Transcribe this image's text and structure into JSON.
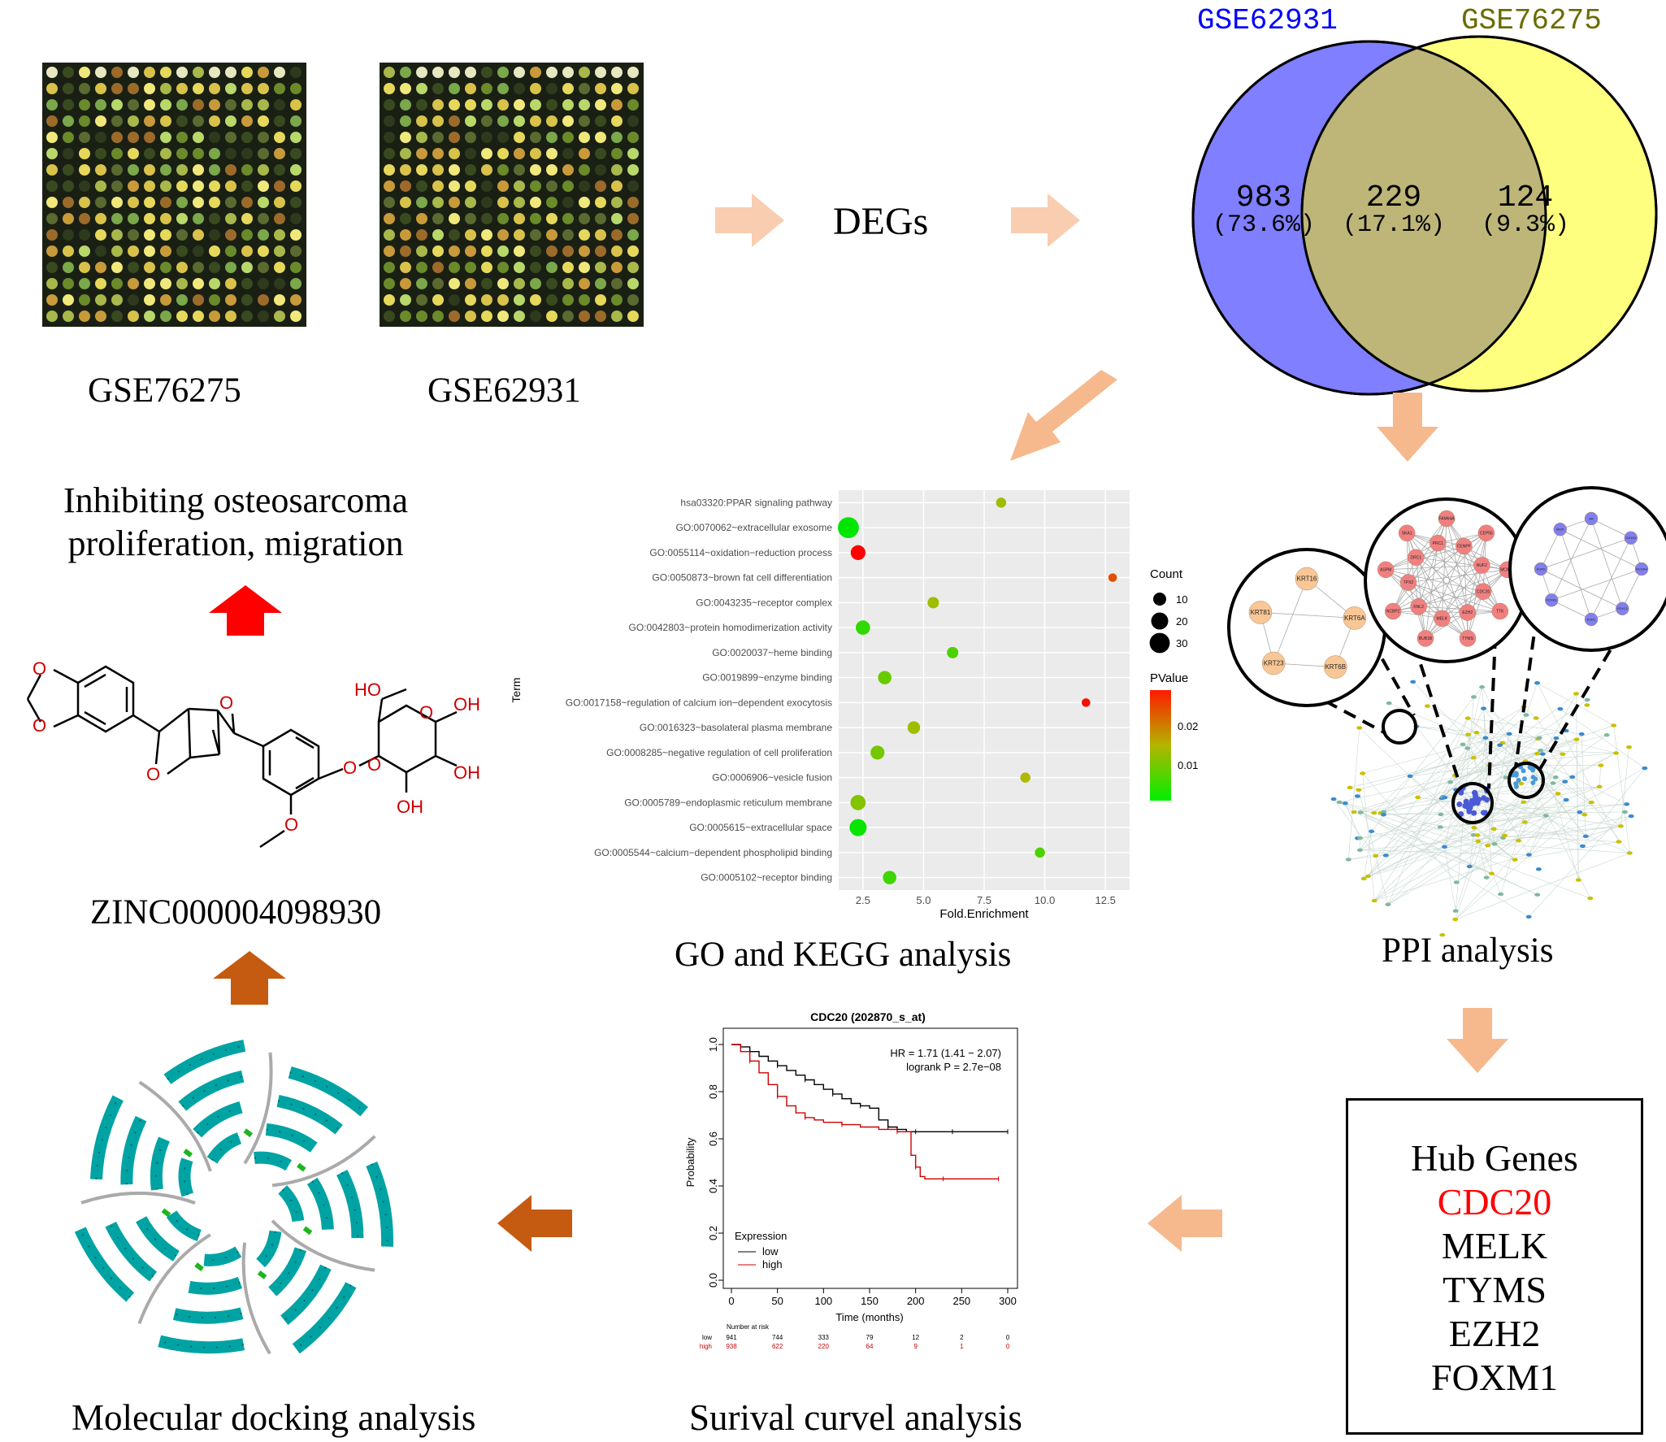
{
  "colors": {
    "arrow_light": "#f6b98d",
    "arrow_pale": "#f9cdb0",
    "arrow_dark": "#c55a11",
    "arrow_red": "#ff0000",
    "venn_left": "#7f7fff",
    "venn_right": "#ffff7f",
    "venn_overlap": "#bdb678",
    "title_left": "#0000ff",
    "title_right": "#6b6b00",
    "highlight_gene": "#ff0000",
    "protein_ribbon": "#00a3a3",
    "node_orange": "#f9c796",
    "node_red": "#f08080",
    "node_blue": "#8080ee"
  },
  "microarrays": [
    {
      "label": "GSE76275"
    },
    {
      "label": "GSE62931"
    }
  ],
  "degs_label": "DEGs",
  "venn": {
    "left_title": "GSE62931",
    "right_title": "GSE76275",
    "left_count": "983",
    "left_pct": "(73.6%)",
    "overlap_count": "229",
    "overlap_pct": "(17.1%)",
    "right_count": "124",
    "right_pct": "(9.3%)"
  },
  "ppi": {
    "caption": "PPI analysis",
    "cluster1_nodes": [
      "KRT16",
      "KRT6A",
      "KRT6B",
      "KRT23",
      "KRT81"
    ],
    "cluster2_nodes": [
      "FAM64A",
      "CENPF",
      "CEP55",
      "NUF2",
      "MCM10",
      "CDC20",
      "TTK",
      "EZH2",
      "TYMS",
      "MELK",
      "BUB1B",
      "KNL2",
      "NCBP2",
      "TPX2",
      "ASPM",
      "DRC1",
      "SKA1",
      "PRC1"
    ],
    "cluster3_nodes": [
      "AR",
      "GATA3",
      "NCOA4",
      "FOXC1",
      "ESR1",
      "FOXA1",
      "AGR2",
      "MGP"
    ]
  },
  "hub_genes": {
    "title": "Hub Genes",
    "genes": [
      "CDC20",
      "MELK",
      "TYMS",
      "EZH2",
      "FOXM1"
    ],
    "highlighted": "CDC20"
  },
  "go_kegg": {
    "caption": "GO and KEGG analysis"
  },
  "survival": {
    "caption": "Surival curvel analysis"
  },
  "docking": {
    "caption": "Molecular docking analysis"
  },
  "compound": {
    "caption": "ZINC000004098930",
    "atom_labels": [
      "O",
      "O",
      "O",
      "O",
      "HO",
      "O",
      "OH",
      "OH",
      "OH",
      "O",
      "O",
      "O"
    ]
  },
  "outcome": {
    "line1": "Inhibiting osteosarcoma",
    "line2": "proliferation, migration"
  },
  "chart_data": [
    {
      "type": "scatter",
      "title": "",
      "xlabel": "Fold.Enrichment",
      "ylabel": "Term",
      "xlim": [
        1.5,
        13.5
      ],
      "xticks": [
        "2.5",
        "5.0",
        "7.5",
        "10.0",
        "12.5"
      ],
      "xtick_values": [
        2.5,
        5.0,
        7.5,
        10.0,
        12.5
      ],
      "legend_count_title": "Count",
      "legend_count_values": [
        "10",
        "20",
        "30"
      ],
      "legend_pvalue_title": "PValue",
      "legend_pvalue_ticks": [
        "0.02",
        "0.01"
      ],
      "terms": [
        "hsa03320:PPAR signaling pathway",
        "GO:0070062~extracellular exosome",
        "GO:0055114~oxidation−reduction process",
        "GO:0050873~brown fat cell differentiation",
        "GO:0043235~receptor complex",
        "GO:0042803~protein homodimerization activity",
        "GO:0020037~heme binding",
        "GO:0019899~enzyme binding",
        "GO:0017158~regulation of calcium ion−dependent exocytosis",
        "GO:0016323~basolateral plasma membrane",
        "GO:0008285~negative regulation of cell proliferation",
        "GO:0006906~vesicle fusion",
        "GO:0005789~endoplasmic reticulum membrane",
        "GO:0005615~extracellular space",
        "GO:0005544~calcium−dependent phospholipid binding",
        "GO:0005102~receptor binding"
      ],
      "fold_enrichment": [
        8.2,
        1.9,
        2.3,
        12.8,
        5.4,
        2.5,
        6.2,
        3.4,
        11.7,
        4.6,
        3.1,
        9.2,
        2.3,
        2.3,
        9.8,
        3.6
      ],
      "count": [
        5,
        33,
        14,
        3,
        7,
        13,
        7,
        11,
        3,
        9,
        12,
        5,
        15,
        20,
        5,
        11
      ],
      "pvalue": [
        0.012,
        0.0005,
        0.028,
        0.022,
        0.012,
        0.004,
        0.006,
        0.008,
        0.027,
        0.012,
        0.009,
        0.013,
        0.01,
        0.001,
        0.006,
        0.005
      ]
    },
    {
      "type": "line",
      "title": "CDC20 (202870_s_at)",
      "xlabel": "Time (months)",
      "ylabel": "Probability",
      "xlim": [
        0,
        300
      ],
      "ylim": [
        0,
        1
      ],
      "xticks": [
        "0",
        "50",
        "100",
        "150",
        "200",
        "250",
        "300"
      ],
      "xtick_values": [
        0,
        50,
        100,
        150,
        200,
        250,
        300
      ],
      "yticks": [
        "0.0",
        "0.2",
        "0.4",
        "0.6",
        "0.8",
        "1.0"
      ],
      "ytick_values": [
        0,
        0.2,
        0.4,
        0.6,
        0.8,
        1.0
      ],
      "annotation_hr": "HR = 1.71 (1.41 − 2.07)",
      "annotation_p": "logrank P = 2.7e−08",
      "legend_title": "Expression",
      "series": [
        {
          "name": "low",
          "color": "#000000",
          "x": [
            0,
            10,
            20,
            30,
            40,
            50,
            60,
            70,
            80,
            90,
            100,
            110,
            120,
            130,
            140,
            150,
            160,
            170,
            180,
            190,
            200,
            210,
            220,
            240,
            260,
            280,
            300
          ],
          "y": [
            1.0,
            0.99,
            0.97,
            0.95,
            0.93,
            0.91,
            0.89,
            0.87,
            0.85,
            0.83,
            0.81,
            0.79,
            0.77,
            0.75,
            0.74,
            0.73,
            0.68,
            0.65,
            0.64,
            0.63,
            0.63,
            0.63,
            0.63,
            0.63,
            0.63,
            0.63,
            0.63
          ]
        },
        {
          "name": "high",
          "color": "#cc0000",
          "x": [
            0,
            10,
            20,
            30,
            40,
            50,
            60,
            70,
            80,
            90,
            100,
            120,
            140,
            160,
            180,
            190,
            195,
            200,
            205,
            210,
            230,
            250,
            270,
            290
          ],
          "y": [
            1.0,
            0.97,
            0.93,
            0.88,
            0.83,
            0.78,
            0.74,
            0.71,
            0.69,
            0.68,
            0.67,
            0.66,
            0.65,
            0.64,
            0.63,
            0.63,
            0.53,
            0.48,
            0.44,
            0.43,
            0.43,
            0.43,
            0.43,
            0.43
          ]
        }
      ],
      "risk_table_title": "Number at risk",
      "risk_table": [
        {
          "label": "low",
          "values": [
            "941",
            "744",
            "333",
            "79",
            "12",
            "2",
            "0"
          ]
        },
        {
          "label": "high",
          "values": [
            "938",
            "622",
            "220",
            "64",
            "9",
            "1",
            "0"
          ]
        }
      ]
    }
  ]
}
